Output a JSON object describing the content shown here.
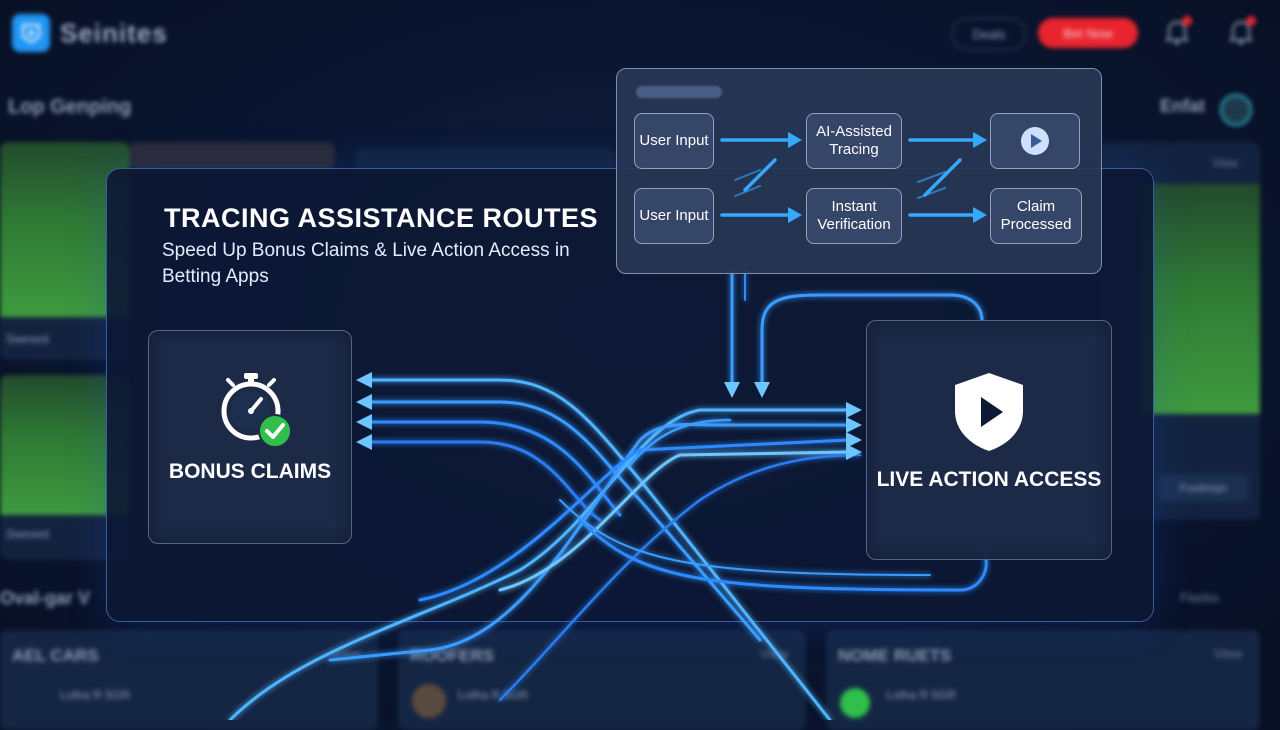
{
  "app": {
    "title": "Seinites"
  },
  "header": {
    "button_outline": "Deals",
    "button_red": "Bet Now"
  },
  "sections": {
    "top": {
      "title": "Lop Genping",
      "link": "Enfat"
    },
    "bottom": {
      "title": "Oval-gar V",
      "link": "Flasbo"
    }
  },
  "cards": {
    "left_top": "Swesed",
    "left_bottom": "Swesed",
    "right_card_view": "View",
    "right_card_action": "Footman"
  },
  "bottom_cards": [
    {
      "title": "AEL CARS",
      "view": "View",
      "row": "Lotha R 5GR"
    },
    {
      "title": "ROOFERS",
      "view": "View",
      "row": "Lotha R 5GR"
    },
    {
      "title": "NOME RUETS",
      "view": "View",
      "row": "Lotha R 5GR"
    }
  ],
  "main": {
    "title": "TRACING ASSISTANCE ROUTES",
    "subtitle": "Speed Up Bonus Claims & Live Action Access in Betting Apps",
    "bonus_label": "BONUS CLAIMS",
    "live_label": "LIVE ACTION ACCESS"
  },
  "flow": {
    "user_input_1": "User Input",
    "ai_tracing": "AI-Assisted Tracing",
    "user_input_2": "User Input",
    "instant_verification": "Instant Verification",
    "claim_processed": "Claim Processed"
  },
  "icons": [
    "logo-icon",
    "bell-icon",
    "stopwatch-icon",
    "checkmark-icon",
    "shield-play-icon",
    "play-icon",
    "arrow-icon"
  ],
  "colors": {
    "accent": "#2196f3",
    "glow": "#35a8ff",
    "check": "#2fbf4a",
    "red": "#e8242f"
  }
}
